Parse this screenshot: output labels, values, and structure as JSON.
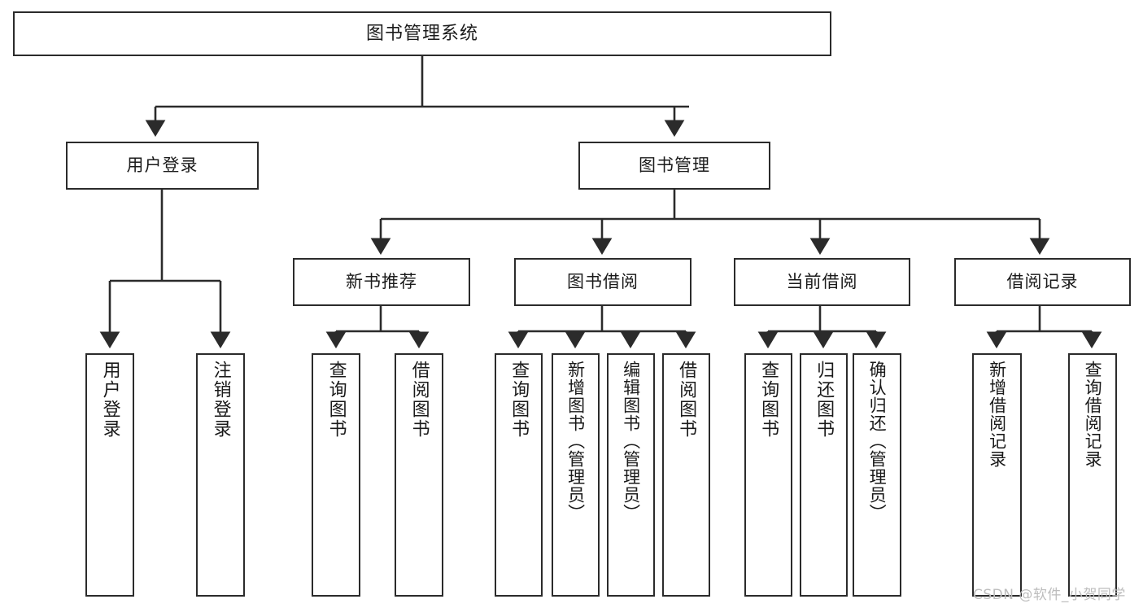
{
  "diagram": {
    "title": "图书管理系统",
    "type": "tree-hierarchy-chart",
    "colors": {
      "box_border": "#2b2b2b",
      "box_fill": "#ffffff",
      "edge": "#2b2b2b",
      "background": "#ffffff",
      "watermark": "#bdbdbd"
    },
    "watermark": "CSDN @软件_小贺同学"
  },
  "nodes": {
    "root": {
      "label": "图书管理系统",
      "level": 1,
      "orientation": "horizontal"
    },
    "l2": [
      {
        "id": "user-login",
        "label": "用户登录",
        "level": 2,
        "orientation": "horizontal"
      },
      {
        "id": "book-manage",
        "label": "图书管理",
        "level": 2,
        "orientation": "horizontal"
      }
    ],
    "l3": [
      {
        "id": "new-book-recommend",
        "label": "新书推荐",
        "level": 3,
        "orientation": "horizontal",
        "parent": "book-manage"
      },
      {
        "id": "book-borrow",
        "label": "图书借阅",
        "level": 3,
        "orientation": "horizontal",
        "parent": "book-manage"
      },
      {
        "id": "current-borrow",
        "label": "当前借阅",
        "level": 3,
        "orientation": "horizontal",
        "parent": "book-manage"
      },
      {
        "id": "borrow-record",
        "label": "借阅记录",
        "level": 3,
        "orientation": "horizontal",
        "parent": "book-manage"
      }
    ],
    "leaves": [
      {
        "id": "leaf-user-login",
        "label": "用户登录",
        "parent": "user-login",
        "orientation": "vertical"
      },
      {
        "id": "leaf-logout-login",
        "label": "注销登录",
        "parent": "user-login",
        "orientation": "vertical"
      },
      {
        "id": "leaf-query-book-1",
        "label": "查询图书",
        "parent": "new-book-recommend",
        "orientation": "vertical"
      },
      {
        "id": "leaf-borrow-book-1",
        "label": "借阅图书",
        "parent": "new-book-recommend",
        "orientation": "vertical"
      },
      {
        "id": "leaf-query-book-2",
        "label": "查询图书",
        "parent": "book-borrow",
        "orientation": "vertical"
      },
      {
        "id": "leaf-add-book",
        "label": "新增图书（管理员）",
        "parent": "book-borrow",
        "orientation": "vertical"
      },
      {
        "id": "leaf-edit-book",
        "label": "编辑图书（管理员）",
        "parent": "book-borrow",
        "orientation": "vertical"
      },
      {
        "id": "leaf-borrow-book-2",
        "label": "借阅图书",
        "parent": "book-borrow",
        "orientation": "vertical"
      },
      {
        "id": "leaf-query-book-3",
        "label": "查询图书",
        "parent": "current-borrow",
        "orientation": "vertical"
      },
      {
        "id": "leaf-return-book",
        "label": "归还图书",
        "parent": "current-borrow",
        "orientation": "vertical"
      },
      {
        "id": "leaf-confirm-return",
        "label": "确认归还（管理员）",
        "parent": "current-borrow",
        "orientation": "vertical"
      },
      {
        "id": "leaf-add-record",
        "label": "新增借阅记录",
        "parent": "borrow-record",
        "orientation": "vertical"
      },
      {
        "id": "leaf-query-record",
        "label": "查询借阅记录",
        "parent": "borrow-record",
        "orientation": "vertical"
      }
    ]
  }
}
